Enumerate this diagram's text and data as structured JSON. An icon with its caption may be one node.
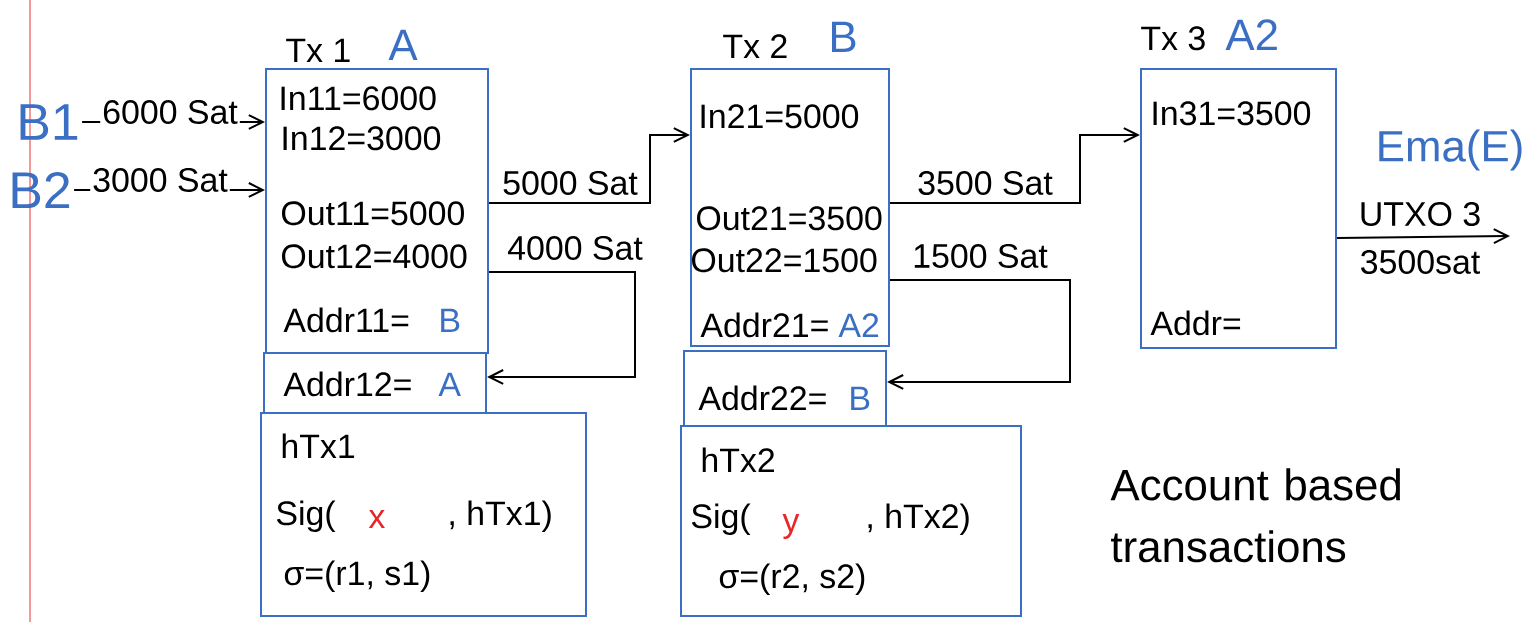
{
  "diagram": {
    "nodes": [
      {
        "text": [
          "Tx 1",
          "A",
          "In11=6000",
          "In12=3000",
          "Out11=5000",
          "Out12=4000",
          "Addr11=",
          "B"
        ]
      },
      {
        "text": [
          "Addr12=",
          "A"
        ]
      },
      {
        "text": [
          "hTx1",
          "Sig(",
          "x",
          ", hTx1)",
          "σ=(r1, s1)"
        ]
      },
      {
        "text": [
          "Tx 2",
          "B",
          "In21=5000",
          "Out21=3500",
          "Out22=1500",
          "Addr21=",
          "A2"
        ]
      },
      {
        "text": [
          "Addr22=",
          "B"
        ]
      },
      {
        "text": [
          "hTx2",
          "Sig(",
          "y",
          ", hTx2)",
          "σ=(r2, s2)"
        ]
      },
      {
        "text": [
          "Tx 3",
          "A2",
          "In31=3500",
          "Addr="
        ]
      },
      {
        "text": [
          "B1"
        ]
      },
      {
        "text": [
          "B2"
        ]
      }
    ],
    "edges": [
      {
        "from": 7,
        "to": 0,
        "arrow": "to",
        "label": "6000 Sat"
      },
      {
        "from": 8,
        "to": 0,
        "arrow": "to",
        "label": "3000 Sat"
      },
      {
        "from": 0,
        "to": 3,
        "arrow": "to",
        "label": "5000 Sat"
      },
      {
        "from": 0,
        "to": 1,
        "arrow": "to",
        "label": "4000 Sat"
      },
      {
        "from": 3,
        "to": 6,
        "arrow": "to",
        "label": "3500 Sat"
      },
      {
        "from": 3,
        "to": 4,
        "arrow": "to",
        "label": "1500 Sat"
      },
      {
        "from": 6,
        "to": null,
        "arrow": "to",
        "label": "UTXO 3"
      }
    ],
    "labels": [
      "Ema(E)",
      "3500sat",
      "Account based transactions"
    ]
  }
}
